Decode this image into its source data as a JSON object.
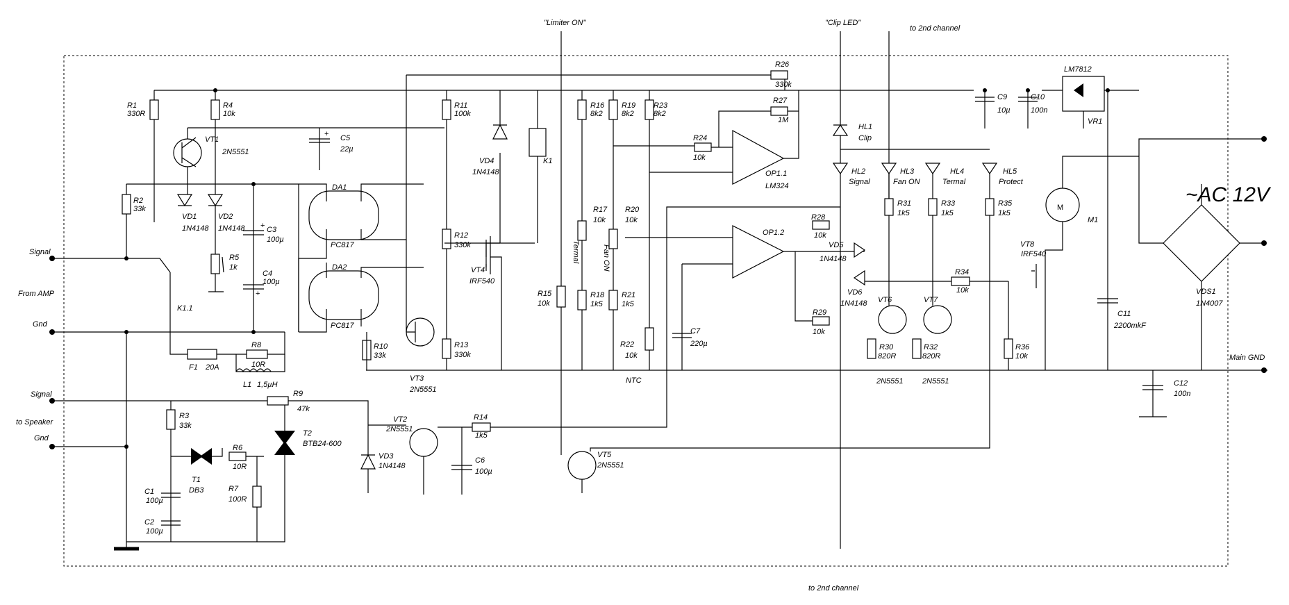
{
  "labels": {
    "limiter_on": "\"Limiter ON\"",
    "clip_led": "\"Clip LED\"",
    "to_2nd_channel_top": "to 2nd channel",
    "to_2nd_channel_bottom": "to 2nd channel",
    "ac_12v": "~AC 12V",
    "main_gnd": "Main GND",
    "signal_in": "Signal",
    "from_amp": "From AMP",
    "gnd_in": "Gnd",
    "signal_out": "Signal",
    "to_speaker": "to Speaker",
    "gnd_out": "Gnd",
    "termal_left": "Termal",
    "fan_on_left": "Fan ON",
    "ntc": "NTC"
  },
  "components": {
    "R1": {
      "name": "R1",
      "value": "330R"
    },
    "R2": {
      "name": "R2",
      "value": "33k"
    },
    "R3": {
      "name": "R3",
      "value": "33k"
    },
    "R4": {
      "name": "R4",
      "value": "10k"
    },
    "R5": {
      "name": "R5",
      "value": "1k"
    },
    "R6": {
      "name": "R6",
      "value": "10R"
    },
    "R7": {
      "name": "R7",
      "value": "100R"
    },
    "R8": {
      "name": "R8",
      "value": "10R"
    },
    "R9": {
      "name": "R9",
      "value": "47k"
    },
    "R10": {
      "name": "R10",
      "value": "33k"
    },
    "R11": {
      "name": "R11",
      "value": "100k"
    },
    "R12": {
      "name": "R12",
      "value": "330k"
    },
    "R13": {
      "name": "R13",
      "value": "330k"
    },
    "R14": {
      "name": "R14",
      "value": "1k5"
    },
    "R15": {
      "name": "R15",
      "value": "10k"
    },
    "R16": {
      "name": "R16",
      "value": "8k2"
    },
    "R17": {
      "name": "R17",
      "value": "10k"
    },
    "R18": {
      "name": "R18",
      "value": "1k5"
    },
    "R19": {
      "name": "R19",
      "value": "8k2"
    },
    "R20": {
      "name": "R20",
      "value": "10k"
    },
    "R21": {
      "name": "R21",
      "value": "1k5"
    },
    "R22": {
      "name": "R22",
      "value": "10k"
    },
    "R23": {
      "name": "R23",
      "value": "8k2"
    },
    "R24": {
      "name": "R24",
      "value": "10k"
    },
    "R26": {
      "name": "R26",
      "value": "330k"
    },
    "R27": {
      "name": "R27",
      "value": "1M"
    },
    "R28": {
      "name": "R28",
      "value": "10k"
    },
    "R29": {
      "name": "R29",
      "value": "10k"
    },
    "R30": {
      "name": "R30",
      "value": "820R"
    },
    "R31": {
      "name": "R31",
      "value": "1k5"
    },
    "R32": {
      "name": "R32",
      "value": "820R"
    },
    "R33": {
      "name": "R33",
      "value": "1k5"
    },
    "R34": {
      "name": "R34",
      "value": "10k"
    },
    "R35": {
      "name": "R35",
      "value": "1k5"
    },
    "R36": {
      "name": "R36",
      "value": "10k"
    },
    "C1": {
      "name": "C1",
      "value": "100µ"
    },
    "C2": {
      "name": "C2",
      "value": "100µ"
    },
    "C3": {
      "name": "C3",
      "value": "100µ"
    },
    "C4": {
      "name": "C4",
      "value": "100µ"
    },
    "C5": {
      "name": "C5",
      "value": "22µ"
    },
    "C6": {
      "name": "C6",
      "value": "100µ"
    },
    "C7": {
      "name": "C7",
      "value": "220µ"
    },
    "C9": {
      "name": "C9",
      "value": "10µ"
    },
    "C10": {
      "name": "C10",
      "value": "100n"
    },
    "C11": {
      "name": "C11",
      "value": "2200mkF"
    },
    "C12": {
      "name": "C12",
      "value": "100n"
    },
    "VT1": {
      "name": "VT1",
      "value": "2N5551"
    },
    "VT2": {
      "name": "VT2",
      "value": "2N5551"
    },
    "VT3": {
      "name": "VT3",
      "value": "2N5551"
    },
    "VT4": {
      "name": "VT4",
      "value": "IRF540"
    },
    "VT5": {
      "name": "VT5",
      "value": "2N5551"
    },
    "VT6": {
      "name": "VT6",
      "value": "2N5551"
    },
    "VT7": {
      "name": "VT7",
      "value": "2N5551"
    },
    "VT8": {
      "name": "VT8",
      "value": "IRF540"
    },
    "VD1": {
      "name": "VD1",
      "value": "1N4148"
    },
    "VD2": {
      "name": "VD2",
      "value": "1N4148"
    },
    "VD3": {
      "name": "VD3",
      "value": "1N4148"
    },
    "VD4": {
      "name": "VD4",
      "value": "1N4148"
    },
    "VD5": {
      "name": "VD5",
      "value": "1N4148"
    },
    "VD6": {
      "name": "VD6",
      "value": "1N4148"
    },
    "DA1": {
      "name": "DA1",
      "value": "PC817"
    },
    "DA2": {
      "name": "DA2",
      "value": "PC817"
    },
    "OP1_1": {
      "name": "OP1.1",
      "value": "LM324"
    },
    "OP1_2": {
      "name": "OP1.2",
      "value": ""
    },
    "HL1": {
      "name": "HL1",
      "value": "Clip"
    },
    "HL2": {
      "name": "HL2",
      "value": "Signal"
    },
    "HL3": {
      "name": "HL3",
      "value": "Fan ON"
    },
    "HL4": {
      "name": "HL4",
      "value": "Termal"
    },
    "HL5": {
      "name": "HL5",
      "value": "Protect"
    },
    "K1": {
      "name": "K1",
      "value": ""
    },
    "K1_1": {
      "name": "K1.1",
      "value": ""
    },
    "F1": {
      "name": "F1",
      "value": "20A"
    },
    "L1": {
      "name": "L1",
      "value": "1,5µH"
    },
    "T1": {
      "name": "T1",
      "value": "DB3"
    },
    "T2": {
      "name": "T2",
      "value": "BTB24-600"
    },
    "VR1": {
      "name": "VR1",
      "value": "LM7812"
    },
    "VDS1": {
      "name": "VDS1",
      "value": "1N4007"
    },
    "M1": {
      "name": "M1",
      "value": "M"
    }
  }
}
